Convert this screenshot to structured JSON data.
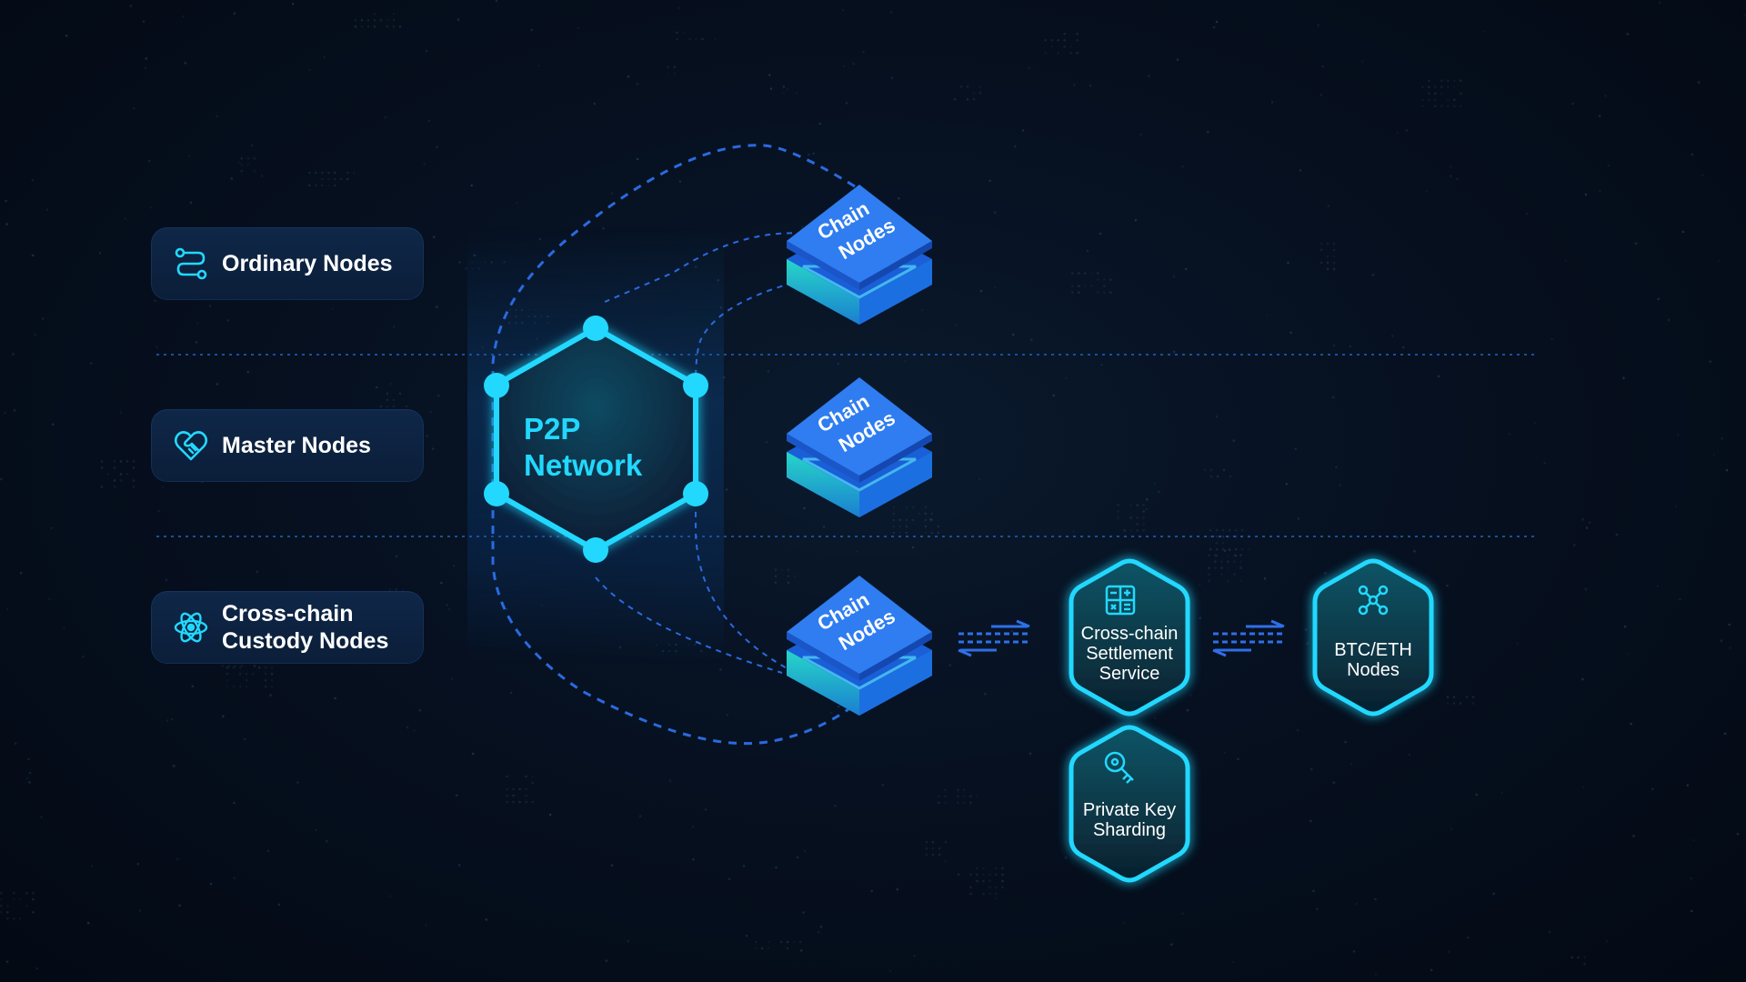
{
  "roles": [
    {
      "label": "Ordinary Nodes",
      "icon": "route-icon"
    },
    {
      "label": "Master Nodes",
      "icon": "heart-handshake-icon"
    },
    {
      "label": "Cross-chain\nCustody Nodes",
      "icon": "atom-icon"
    }
  ],
  "p2p": {
    "label": "P2P\nNetwork"
  },
  "chain_nodes": [
    {
      "label_line1": "Chain",
      "label_line2": "Nodes"
    },
    {
      "label_line1": "Chain",
      "label_line2": "Nodes"
    },
    {
      "label_line1": "Chain",
      "label_line2": "Nodes"
    }
  ],
  "services": {
    "settlement": {
      "label": "Cross-chain\nSettlement\nService",
      "icon": "calculator-icon"
    },
    "btc_eth": {
      "label": "BTC/ETH\nNodes",
      "icon": "network-icon"
    },
    "key_sharding": {
      "label": "Private Key\nSharding",
      "icon": "key-icon"
    }
  },
  "colors": {
    "accent_cyan": "#22d8ff",
    "chain_blue": "#1f6fe6",
    "card_bg": "#0d2343",
    "background": "#050c17"
  }
}
